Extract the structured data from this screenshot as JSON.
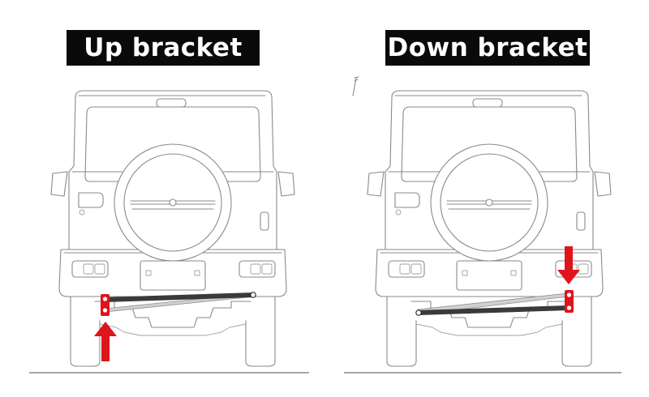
{
  "panels": [
    {
      "label": "Up bracket",
      "arrow_direction": "up"
    },
    {
      "label": "Down bracket",
      "arrow_direction": "down"
    }
  ],
  "colors": {
    "label_background": "#0a0a0a",
    "label_text": "#ffffff",
    "bracket": "#e0141b",
    "arrow": "#e0141b",
    "bar_dark": "#3a3a3a",
    "bar_light": "#c8c8c8",
    "outline": "#8a8a8a"
  },
  "icons": [
    "vehicle-rear-outline",
    "spare-tire-icon",
    "arrow-up-icon",
    "arrow-down-icon"
  ]
}
